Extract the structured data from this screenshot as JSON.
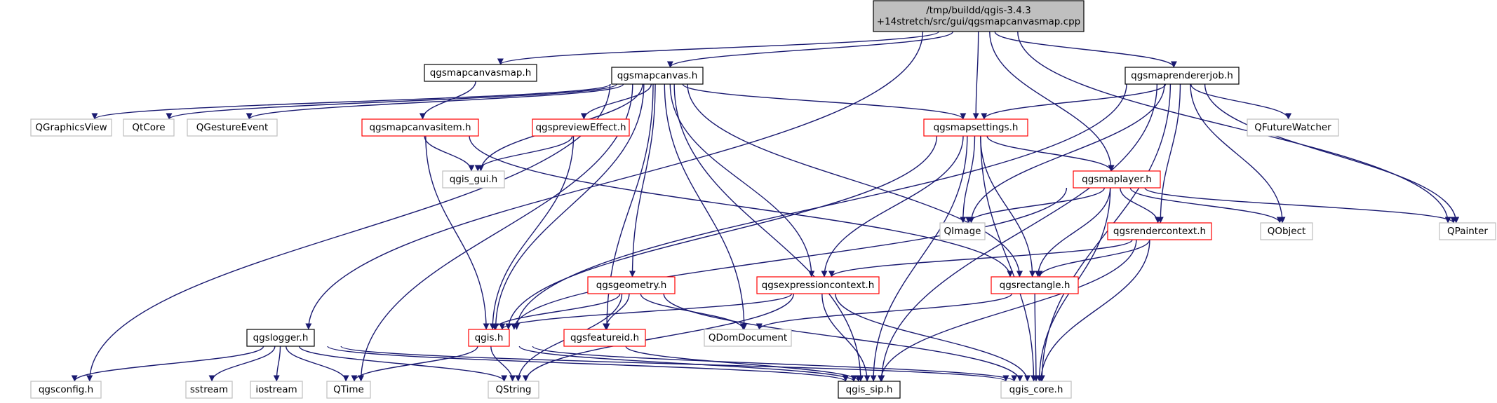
{
  "colors": {
    "edge": "#191970",
    "node_root_fill": "#bfbfbf",
    "node_black": "#000000",
    "node_red": "#ff0000",
    "node_gray": "#bfbfbf",
    "label": "#000000"
  },
  "nodes": [
    {
      "id": "root",
      "lines": [
        "/tmp/buildd/qgis-3.4.3",
        "+14stretch/src/gui/qgsmapcanvasmap.cpp"
      ],
      "style": "root"
    },
    {
      "id": "mapcanvasmap_h",
      "lines": [
        "qgsmapcanvasmap.h"
      ],
      "style": "black"
    },
    {
      "id": "mapcanvas_h",
      "lines": [
        "qgsmapcanvas.h"
      ],
      "style": "black"
    },
    {
      "id": "maprendererjob_h",
      "lines": [
        "qgsmaprendererjob.h"
      ],
      "style": "black"
    },
    {
      "id": "qgraphicsview",
      "lines": [
        "QGraphicsView"
      ],
      "style": "gray"
    },
    {
      "id": "qtcore",
      "lines": [
        "QtCore"
      ],
      "style": "gray"
    },
    {
      "id": "qgestureevent",
      "lines": [
        "QGestureEvent"
      ],
      "style": "gray"
    },
    {
      "id": "mapcanvasitem_h",
      "lines": [
        "qgsmapcanvasitem.h"
      ],
      "style": "red"
    },
    {
      "id": "previeweffect_h",
      "lines": [
        "qgspreviewEffect.h"
      ],
      "style": "red"
    },
    {
      "id": "mapsettings_h",
      "lines": [
        "qgsmapsettings.h"
      ],
      "style": "red"
    },
    {
      "id": "qfuturewatcher",
      "lines": [
        "QFutureWatcher"
      ],
      "style": "gray"
    },
    {
      "id": "qgis_gui_h",
      "lines": [
        "qgis_gui.h"
      ],
      "style": "gray"
    },
    {
      "id": "maplayer_h",
      "lines": [
        "qgsmaplayer.h"
      ],
      "style": "red"
    },
    {
      "id": "qimage",
      "lines": [
        "QImage"
      ],
      "style": "gray"
    },
    {
      "id": "rendercontext_h",
      "lines": [
        "qgsrendercontext.h"
      ],
      "style": "red"
    },
    {
      "id": "qobject",
      "lines": [
        "QObject"
      ],
      "style": "gray"
    },
    {
      "id": "qpainter",
      "lines": [
        "QPainter"
      ],
      "style": "gray"
    },
    {
      "id": "geometry_h",
      "lines": [
        "qgsgeometry.h"
      ],
      "style": "red"
    },
    {
      "id": "expressioncontext_h",
      "lines": [
        "qgsexpressioncontext.h"
      ],
      "style": "red"
    },
    {
      "id": "rectangle_h",
      "lines": [
        "qgsrectangle.h"
      ],
      "style": "red"
    },
    {
      "id": "logger_h",
      "lines": [
        "qgslogger.h"
      ],
      "style": "black"
    },
    {
      "id": "qgis_h",
      "lines": [
        "qgis.h"
      ],
      "style": "red"
    },
    {
      "id": "featureid_h",
      "lines": [
        "qgsfeatureid.h"
      ],
      "style": "red"
    },
    {
      "id": "qdomdocument",
      "lines": [
        "QDomDocument"
      ],
      "style": "gray"
    },
    {
      "id": "config_h",
      "lines": [
        "qgsconfig.h"
      ],
      "style": "gray"
    },
    {
      "id": "sstream",
      "lines": [
        "sstream"
      ],
      "style": "gray"
    },
    {
      "id": "iostream",
      "lines": [
        "iostream"
      ],
      "style": "gray"
    },
    {
      "id": "qtime",
      "lines": [
        "QTime"
      ],
      "style": "gray"
    },
    {
      "id": "qstring",
      "lines": [
        "QString"
      ],
      "style": "gray"
    },
    {
      "id": "qgis_sip_h",
      "lines": [
        "qgis_sip.h"
      ],
      "style": "black"
    },
    {
      "id": "qgis_core_h",
      "lines": [
        "qgis_core.h"
      ],
      "style": "gray"
    }
  ],
  "edges": [
    [
      "root",
      "mapcanvasmap_h"
    ],
    [
      "root",
      "mapcanvas_h"
    ],
    [
      "root",
      "maprendererjob_h"
    ],
    [
      "root",
      "mapsettings_h"
    ],
    [
      "root",
      "maplayer_h"
    ],
    [
      "root",
      "qpainter"
    ],
    [
      "root",
      "logger_h"
    ],
    [
      "mapcanvasmap_h",
      "mapcanvasitem_h"
    ],
    [
      "mapcanvas_h",
      "qgraphicsview"
    ],
    [
      "mapcanvas_h",
      "qtcore"
    ],
    [
      "mapcanvas_h",
      "qgestureevent"
    ],
    [
      "mapcanvas_h",
      "config_h"
    ],
    [
      "mapcanvas_h",
      "qtime"
    ],
    [
      "mapcanvas_h",
      "qgis_h"
    ],
    [
      "mapcanvas_h",
      "qgis_gui_h"
    ],
    [
      "mapcanvas_h",
      "previeweffect_h"
    ],
    [
      "mapcanvas_h",
      "mapsettings_h"
    ],
    [
      "mapcanvas_h",
      "geometry_h"
    ],
    [
      "mapcanvas_h",
      "featureid_h"
    ],
    [
      "mapcanvas_h",
      "qdomdocument"
    ],
    [
      "mapcanvas_h",
      "expressioncontext_h"
    ],
    [
      "mapcanvas_h",
      "qgis_sip_h"
    ],
    [
      "mapcanvas_h",
      "rectangle_h"
    ],
    [
      "maprendererjob_h",
      "mapsettings_h"
    ],
    [
      "maprendererjob_h",
      "qgis_h"
    ],
    [
      "maprendererjob_h",
      "qimage"
    ],
    [
      "maprendererjob_h",
      "rendercontext_h"
    ],
    [
      "maprendererjob_h",
      "qobject"
    ],
    [
      "maprendererjob_h",
      "qfuturewatcher"
    ],
    [
      "maprendererjob_h",
      "qpainter"
    ],
    [
      "maprendererjob_h",
      "qgis_sip_h"
    ],
    [
      "maprendererjob_h",
      "qgis_core_h"
    ],
    [
      "mapcanvasitem_h",
      "qgis_gui_h"
    ],
    [
      "mapcanvasitem_h",
      "qgis_h"
    ],
    [
      "mapcanvasitem_h",
      "rectangle_h"
    ],
    [
      "previeweffect_h",
      "qgis_gui_h"
    ],
    [
      "previeweffect_h",
      "qgis_h"
    ],
    [
      "mapsettings_h",
      "maplayer_h"
    ],
    [
      "mapsettings_h",
      "qimage"
    ],
    [
      "mapsettings_h",
      "expressioncontext_h"
    ],
    [
      "mapsettings_h",
      "rectangle_h"
    ],
    [
      "mapsettings_h",
      "qgis_sip_h"
    ],
    [
      "mapsettings_h",
      "qgis_core_h"
    ],
    [
      "mapsettings_h",
      "qgis_h"
    ],
    [
      "maplayer_h",
      "qimage"
    ],
    [
      "maplayer_h",
      "rendercontext_h"
    ],
    [
      "maplayer_h",
      "qobject"
    ],
    [
      "maplayer_h",
      "qpainter"
    ],
    [
      "maplayer_h",
      "rectangle_h"
    ],
    [
      "maplayer_h",
      "qgis_h"
    ],
    [
      "maplayer_h",
      "qgis_core_h"
    ],
    [
      "rendercontext_h",
      "expressioncontext_h"
    ],
    [
      "rendercontext_h",
      "rectangle_h"
    ],
    [
      "rendercontext_h",
      "qgis_sip_h"
    ],
    [
      "rendercontext_h",
      "qgis_core_h"
    ],
    [
      "geometry_h",
      "qgis_h"
    ],
    [
      "geometry_h",
      "featureid_h"
    ],
    [
      "geometry_h",
      "qdomdocument"
    ],
    [
      "geometry_h",
      "qstring"
    ],
    [
      "geometry_h",
      "qgis_core_h"
    ],
    [
      "expressioncontext_h",
      "qgis_h"
    ],
    [
      "expressioncontext_h",
      "qstring"
    ],
    [
      "expressioncontext_h",
      "qgis_sip_h"
    ],
    [
      "expressioncontext_h",
      "qgis_core_h"
    ],
    [
      "rectangle_h",
      "qdomdocument"
    ],
    [
      "rectangle_h",
      "qgis_core_h"
    ],
    [
      "logger_h",
      "config_h"
    ],
    [
      "logger_h",
      "sstream"
    ],
    [
      "logger_h",
      "iostream"
    ],
    [
      "logger_h",
      "qtime"
    ],
    [
      "logger_h",
      "qstring"
    ],
    [
      "logger_h",
      "qgis_sip_h"
    ],
    [
      "logger_h",
      "qgis_core_h"
    ],
    [
      "qgis_h",
      "qtime"
    ],
    [
      "qgis_h",
      "qstring"
    ],
    [
      "qgis_h",
      "qgis_sip_h"
    ],
    [
      "qgis_h",
      "qgis_core_h"
    ],
    [
      "featureid_h",
      "qgis_sip_h"
    ]
  ]
}
